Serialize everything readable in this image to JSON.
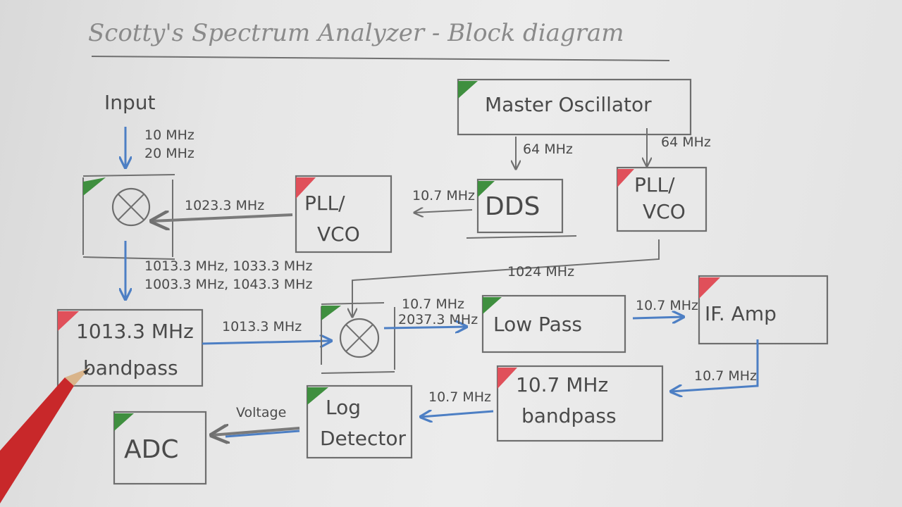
{
  "title": "Scotty's Spectrum Analyzer - Block diagram",
  "input": {
    "label": "Input",
    "freq_top": "10 MHz",
    "freq_bottom": "20 MHz"
  },
  "master_oscillator": {
    "label": "Master Oscillator",
    "out_left": "64 MHz",
    "out_right": "64 MHz"
  },
  "dds": {
    "label": "DDS",
    "out": "10.7 MHz"
  },
  "pll_vco_1": {
    "line1": "PLL/",
    "line2": "VCO",
    "out": "1023.3 MHz"
  },
  "pll_vco_2": {
    "line1": "PLL/",
    "line2": "VCO",
    "out": "1024 MHz"
  },
  "mixer_1": {
    "out_line1": "1013.3 MHz, 1033.3 MHz",
    "out_line2": "1003.3 MHz, 1043.3 MHz"
  },
  "bandpass_1": {
    "line1": "1013.3 MHz",
    "line2": "bandpass",
    "out": "1013.3 MHz"
  },
  "mixer_2": {
    "out_line1": "10.7 MHz",
    "out_line2": "2037.3 MHz"
  },
  "low_pass": {
    "label": "Low Pass",
    "out": "10.7 MHz"
  },
  "if_amp": {
    "label": "IF. Amp",
    "out": "10.7 MHz"
  },
  "bandpass_2": {
    "line1": "10.7 MHz",
    "line2": "bandpass",
    "out": "10.7 MHz"
  },
  "log_detector": {
    "line1": "Log",
    "line2": "Detector",
    "out": "Voltage"
  },
  "adc": {
    "label": "ADC"
  },
  "colors": {
    "paper": "#e6e6e6",
    "pencil": "#6e6e6e",
    "signal_blue": "#4d7fc4",
    "green_corner": "#3f8f3f",
    "red_corner": "#e0505a",
    "pencil_red": "#c8282a"
  }
}
